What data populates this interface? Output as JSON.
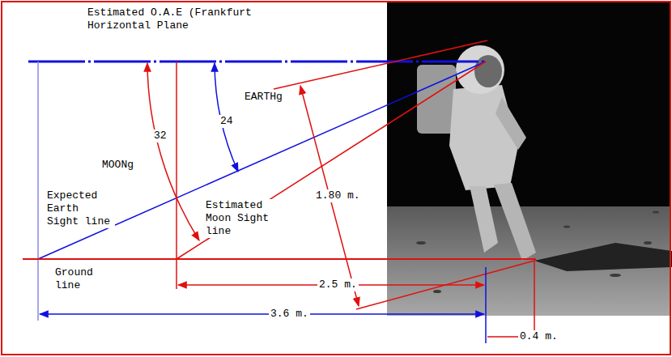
{
  "diagram": {
    "labels": [
      "Estimated O.A.E (Frankfurt Horizontal Plane",
      "EARTHg",
      "24",
      "MOONg",
      "32",
      "Expected Earth Sight line",
      "Estimated Moon Sight line",
      "1.80 m.",
      "Ground line",
      "2.5 m.",
      "3.6 m.",
      "0.4 m."
    ]
  }
}
